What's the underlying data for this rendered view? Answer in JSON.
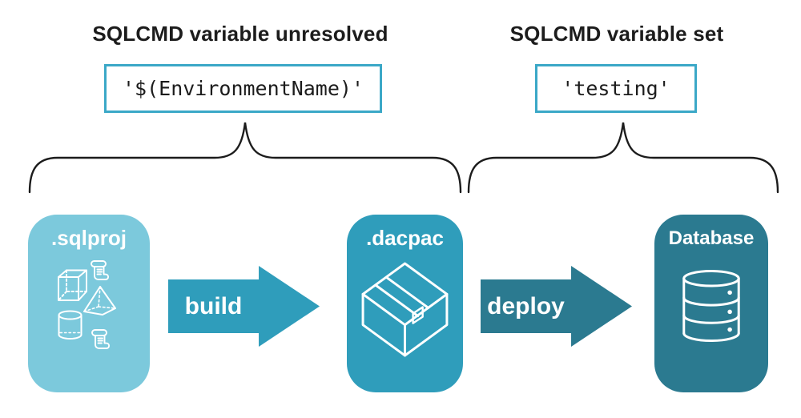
{
  "annotations": {
    "left": {
      "heading": "SQLCMD variable unresolved",
      "code": "'$(EnvironmentName)'"
    },
    "right": {
      "heading": "SQLCMD variable set",
      "code": "'testing'"
    }
  },
  "pipeline": {
    "nodes": [
      {
        "label": ".sqlproj",
        "icon": "sql-project-objects-icon",
        "color": "#7cc9dc"
      },
      {
        "label": ".dacpac",
        "icon": "package-icon",
        "color": "#2f9dbb"
      },
      {
        "label": "Database",
        "icon": "database-icon",
        "color": "#2b7a90"
      }
    ],
    "arrows": [
      {
        "label": "build",
        "color": "#2f9dbb"
      },
      {
        "label": "deploy",
        "color": "#2b7a90"
      }
    ]
  },
  "colors": {
    "node_light_blue": "#7cc9dc",
    "node_teal": "#2f9dbb",
    "node_dark_teal": "#2b7a90",
    "code_box_border": "#3ba8c7",
    "ink": "#1c1c1c",
    "icon_stroke": "#ffffff",
    "background": "#ffffff"
  }
}
